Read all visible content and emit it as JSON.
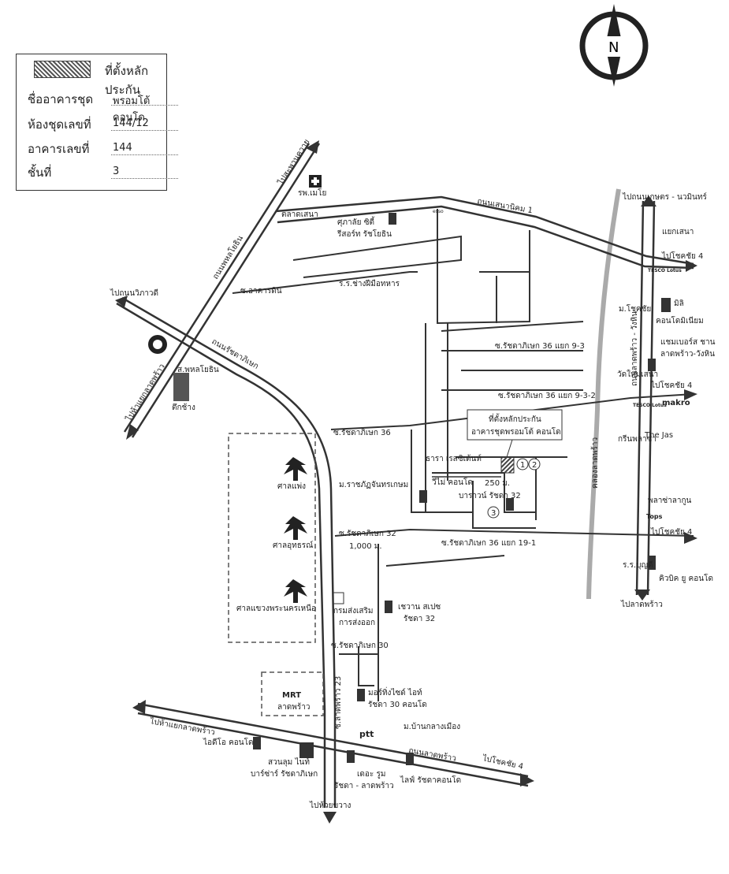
{
  "legend": {
    "title": "ที่ตั้งหลักประกัน",
    "rows": [
      {
        "label": "ชื่ออาคารชุด",
        "value": "พรอมโต้ คอนโด"
      },
      {
        "label": "ห้องชุดเลขที่",
        "value": "144/12"
      },
      {
        "label": "อาคารเลขที่",
        "value": "144"
      },
      {
        "label": "ชั้นที่",
        "value": "3"
      }
    ]
  },
  "compass": {
    "letter": "N"
  },
  "roads": {
    "ratchadaphisek": "ถนนรัชดาภิเษก",
    "phahonyothin": "ถนนพหลโยธิน",
    "sena_nikhom": "ถนนเสนานิคม 1",
    "ladprao": "ถนนลาดพร้าว",
    "ladprao_wanghin": "ถนนลาดพร้าว - วังหิน",
    "khlong": "คลองลาดพร้าว"
  },
  "directions": {
    "saphan_khwai": "ไปสะพานควาย",
    "vibhavadi": "ไปถนนวิภาวดี",
    "ha_yaek_north": "ไปห้าแยกลาดพร้าว",
    "kaset_nawamin": "ไปถนนเกษตร - นวมินทร์",
    "chokchai4_a": "ไปโชคชัย 4",
    "chokchai4_b": "ไปโชคชัย 4",
    "chokchai4_c": "ไปโชคชัย 4",
    "chokchai4_d": "ไปโชคชัย 4",
    "ladprao_s": "ไปลาดพร้าว",
    "ha_yaek_west": "ไปห้าแยกลาดพร้าว",
    "huai_khwang": "ไปห้วยขวาง"
  },
  "sois": {
    "r36_9_3": "ซ.รัชดาภิเษก 36 แยก 9-3",
    "r36_9_3_2": "ซ.รัชดาภิเษก 36 แยก 9-3-2",
    "r36": "ซ.รัชดาภิเษก 36",
    "r32": "ซ.รัชดาภิเษก 32",
    "r36_19_1": "ซ.รัชดาภิเษก 36 แยก 19-1",
    "r30": "ซ.รัชดาภิเษก 30",
    "ladprao23": "ซ.ลาดพร้าว 23",
    "arkarn_din": "ซ.อาคารดิน"
  },
  "places": {
    "hosp": "รพ.เมโย",
    "market": "ตลาดเสนา",
    "supalai": "ศุภาลัย ซิตี้",
    "supalai2": "รีสอร์ท รัชโยธิน",
    "school": "ร.ร.ช่างฝีมือทหาร",
    "sena_junction": "แยกเสนา",
    "tesco1": "TESCO Lotus",
    "univ_chok": "ม.โชคชัย",
    "condo_mil": "มิลิ",
    "condo_mil2": "คอนโดมิเนียม",
    "chambers": "แชมเบอร์ส ชาน",
    "chambers2": "ลาดพร้าว-วังหิน",
    "wat": "วัดใหม่เสนา",
    "tesco2": "TESCO Lotus",
    "makro": "makro",
    "green": "กรีนพลาซ่า",
    "jas": "The Jas",
    "target_callout1": "ที่ตั้งหลักประกัน",
    "target_callout2": "อาคารชุดพรอมโต้ คอนโด",
    "thanarat": "ธารา เรสซิเด้นท์",
    "rajabhat": "ม.ราชภัฏจันทรเกษม",
    "vimai": "วีไม่ คอนโด",
    "dist250": "250 ม.",
    "baraawan": "บาราวน์ รัชดา 32",
    "plaza": "พลาซ่าลากูน",
    "tops": "Tops",
    "school2": "ร.ร.บุญดี",
    "cubic": "คิวบิค ยู คอนโด",
    "court1": "ศาลแพ่ง",
    "court2": "ศาลอุทธรณ์",
    "court3": "ศาลแขวงพระนครเหนือ",
    "dist1000": "1,000 ม.",
    "dept1": "กรมส่งเสริม",
    "dept2": "การส่งออก",
    "chewan": "เชวาน สเปซ",
    "chewan2": "รัชดา 32",
    "mrt1": "MRT",
    "mrt2": "ลาดพร้าว",
    "more1": "มอร์ทิ่งไซด์ ไอท์",
    "more2": "รัชดา 30 คอนโด",
    "village": "ม.บ้านกลางเมือง",
    "ptt": "ptt",
    "ideo": "ไอดีโอ คอนโด",
    "suan1": "สวนลุม ไนท์",
    "suan2": "บาร์ซ่าร์ รัชดาภิเษก",
    "room1": "เดอะ รูม",
    "room2": "รัชดา - ลาดพร้าว",
    "life": "ไลฟ์ รัชดาคอนโด",
    "tuk": "ตึกช้าง",
    "phahol_market": "ส.พหลโยธิน",
    "c1": "1",
    "c2": "2",
    "c3": "3",
    "esso": "esso"
  }
}
